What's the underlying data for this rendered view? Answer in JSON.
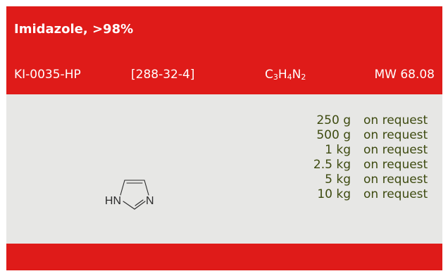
{
  "product": {
    "name": "Imidazole, >98%",
    "code": "KI-0035-HP",
    "cas": "[288-32-4]",
    "formula": {
      "c": "C",
      "c_n": "3",
      "h": "H",
      "h_n": "4",
      "n": "N",
      "n_n": "2"
    },
    "mw": "MW 68.08"
  },
  "structure": {
    "left_label": "HN",
    "right_label": "N"
  },
  "prices": [
    {
      "qty": "250 g",
      "availability": "on request"
    },
    {
      "qty": "500 g",
      "availability": "on request"
    },
    {
      "qty": "1 kg",
      "availability": "on request"
    },
    {
      "qty": "2.5 kg",
      "availability": "on request"
    },
    {
      "qty": "5 kg",
      "availability": "on request"
    },
    {
      "qty": "10 kg",
      "availability": "on request"
    }
  ],
  "colors": {
    "brand_red": "#df1b19",
    "panel_gray": "#e7e7e5",
    "price_text": "#3d4a0f"
  }
}
